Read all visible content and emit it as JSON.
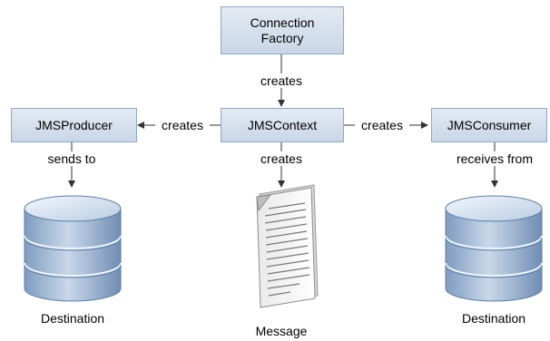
{
  "nodes": {
    "connection_factory": {
      "line1": "Connection",
      "line2": "Factory"
    },
    "jms_context": "JMSContext",
    "jms_producer": "JMSProducer",
    "jms_consumer": "JMSConsumer"
  },
  "edges": {
    "factory_to_context": "creates",
    "context_to_producer": "creates",
    "context_to_consumer": "creates",
    "context_to_message": "creates",
    "producer_to_destination": "sends to",
    "consumer_from_destination": "receives from"
  },
  "captions": {
    "destination_left": "Destination",
    "message": "Message",
    "destination_right": "Destination"
  },
  "icons": {
    "database": "database-icon",
    "message": "document-icon"
  },
  "colors": {
    "box_fill_top": "#e3eaf3",
    "box_fill_bottom": "#c9d6e6",
    "box_border": "#8fa7c3",
    "db_body": "#a9bfd8",
    "db_top": "#dbe6f2",
    "arrow": "#333333"
  }
}
